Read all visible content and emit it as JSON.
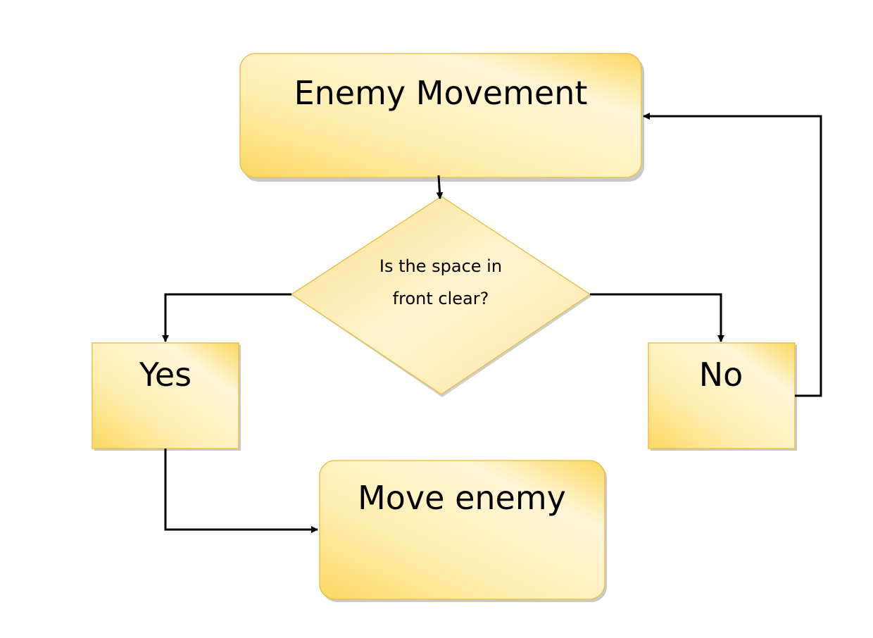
{
  "nodes": {
    "start": {
      "label": "Enemy Movement"
    },
    "decision": {
      "line1": "Is the space in",
      "line2": "front clear?"
    },
    "yes": {
      "label": "Yes"
    },
    "no": {
      "label": "No"
    },
    "action": {
      "label": "Move enemy"
    }
  },
  "colors": {
    "fill_dark": "#fcd860",
    "fill_light": "#fff6d8",
    "border": "#e6c04e",
    "shadow": "#bfbfbf",
    "connector": "#000000"
  }
}
